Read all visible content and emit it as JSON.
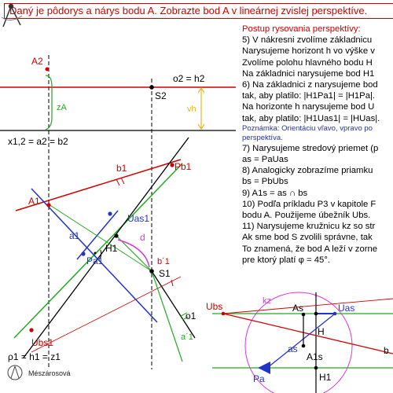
{
  "title": "Daný je pôdorys a nárys bodu A. Zobrazte bod A v lineárnej zvislej perspektíve.",
  "steps": {
    "heading": "Postup rysovania perspektívy:",
    "lines": [
      {
        "t": "5) V nákresni zvolíme základnicu",
        "cls": ""
      },
      {
        "t": "Narysujeme horizont h vo výške v",
        "cls": ""
      },
      {
        "t": "Zvolíme polohu hlavného bodu H",
        "cls": ""
      },
      {
        "t": "Na základnici narysujeme bod H1",
        "cls": ""
      },
      {
        "t": "6) Na základnici z narysujeme bod",
        "cls": ""
      },
      {
        "t": "tak, aby platilo: |H1Pa1| = |H1Pa|.",
        "cls": ""
      },
      {
        "t": "Na horizonte h narysujeme bod U",
        "cls": ""
      },
      {
        "t": "tak, aby platilo: |H1Uas1| = |HUas|.",
        "cls": ""
      },
      {
        "t": "Poznámka: Orientáciu vľavo, vpravo po",
        "cls": "blue small"
      },
      {
        "t": "perspektíva.",
        "cls": "blue small"
      },
      {
        "t": "7) Narysujeme stredový priemet (p",
        "cls": ""
      },
      {
        "t": "as = PaUas",
        "cls": ""
      },
      {
        "t": "8) Analogicky zobrazíme priamku",
        "cls": ""
      },
      {
        "t": "bs = PbUbs",
        "cls": ""
      },
      {
        "t": "9) A1s = as ∩ bs",
        "cls": ""
      },
      {
        "t": "10) Podľa príkladu P3 v kapitole F",
        "cls": ""
      },
      {
        "t": "bodu A. Použijeme úbežník Ubs.",
        "cls": ""
      },
      {
        "t": "11) Narysujeme kružnicu kz so str",
        "cls": ""
      },
      {
        "t": "Ak sme bod S zvolili správne, tak",
        "cls": ""
      },
      {
        "t": "To znamená, že bod A leží v zorne",
        "cls": ""
      },
      {
        "t": "pre ktorý platí φ = 45°.",
        "cls": ""
      }
    ]
  },
  "labels": {
    "A2": "A2",
    "o2h2": "o2 = h2",
    "S2": "S2",
    "zA": "zA",
    "vh": "vh",
    "x12": "x1,2 = a2 = b2",
    "b1": "b1",
    "Pb1": "Pb1",
    "A1": "A1",
    "Uas1": "Uas1",
    "a1": "a1",
    "H1": "H1",
    "d": "d",
    "Pa1": "Pa1",
    "bprime": "b´1",
    "S1": "S1",
    "o1": "o1",
    "aprime": "a´1",
    "Ubs1": "Ubs1",
    "rho1": "ρ1 = h1 = z1",
    "kz": "kz",
    "Ubs": "Ubs",
    "As": "As",
    "Uas": "Uas",
    "H": "H",
    "as": "as",
    "A1s": "A1s",
    "Pa": "Pa",
    "H1b": "H1",
    "b": "b"
  },
  "author": "Mészárosová",
  "colors": {
    "red": "#d10000",
    "green": "#22aa22",
    "blue": "#2233cc",
    "magenta": "#dd33dd",
    "yellow": "#e8b820"
  }
}
